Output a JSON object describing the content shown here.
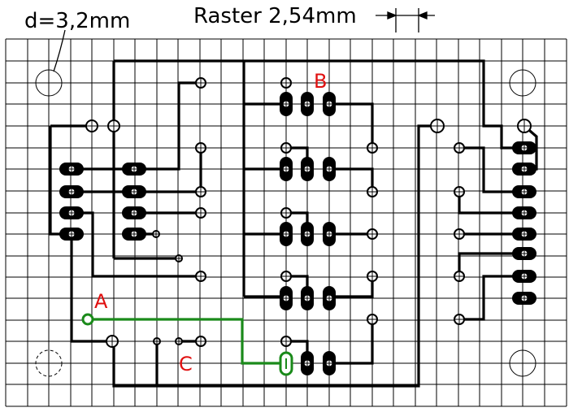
{
  "labels": {
    "diameter": "d=3,2mm",
    "raster": "Raster 2,54mm",
    "point_a": "A",
    "point_b": "B",
    "point_c": "C"
  },
  "colors": {
    "trace": "#000000",
    "jumper": "#1a8a1a",
    "marker": "#e01010",
    "grid": "#000000"
  }
}
